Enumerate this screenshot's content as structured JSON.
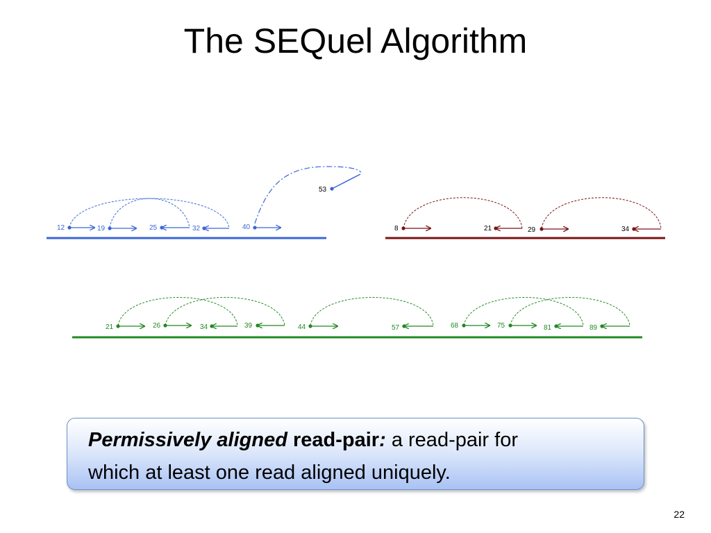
{
  "title": "The SEQuel Algorithm",
  "colors": {
    "blue": "#3a66d8",
    "red": "#7a1313",
    "green": "#228822"
  },
  "tracks": {
    "blue": {
      "labels": [
        "12",
        "19",
        "25",
        "32",
        "40",
        "53"
      ]
    },
    "red": {
      "labels": [
        "8",
        "21",
        "29",
        "34"
      ]
    },
    "green": {
      "labels": [
        "21",
        "26",
        "34",
        "39",
        "44",
        "57",
        "68",
        "75",
        "81",
        "89"
      ]
    }
  },
  "definition": {
    "term_italic": "Permissively aligned",
    "term_bold": " read-pair",
    "colon": ":",
    "text_line1": " a read-pair for",
    "text_line2": "which at least one read aligned uniquely."
  },
  "slide_number": "22"
}
